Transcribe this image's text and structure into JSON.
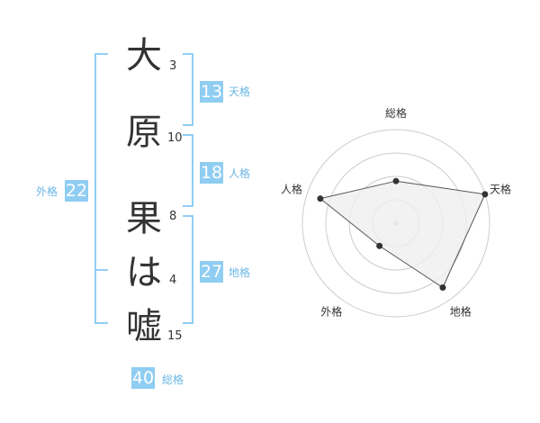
{
  "name_chars": [
    {
      "char": "大",
      "strokes": "3"
    },
    {
      "char": "原",
      "strokes": "10"
    },
    {
      "char": "果",
      "strokes": "8"
    },
    {
      "char": "は",
      "strokes": "4"
    },
    {
      "char": "嘘",
      "strokes": "15"
    }
  ],
  "fortunes": {
    "tenkaku": {
      "value": "13",
      "label": "天格"
    },
    "jinkaku": {
      "value": "18",
      "label": "人格"
    },
    "chikaku": {
      "value": "27",
      "label": "地格"
    },
    "gaikaku": {
      "value": "22",
      "label": "外格"
    },
    "soukaku": {
      "value": "40",
      "label": "総格"
    }
  },
  "chart_data": {
    "type": "radar",
    "axes": [
      "総格",
      "天格",
      "地格",
      "外格",
      "人格"
    ],
    "values": [
      0.45,
      1.0,
      0.85,
      0.3,
      0.85
    ],
    "max": 1.0,
    "rings": 4,
    "colors": {
      "fill": "#efefef",
      "stroke": "#555555",
      "grid": "#cccccc",
      "point": "#333333"
    }
  }
}
